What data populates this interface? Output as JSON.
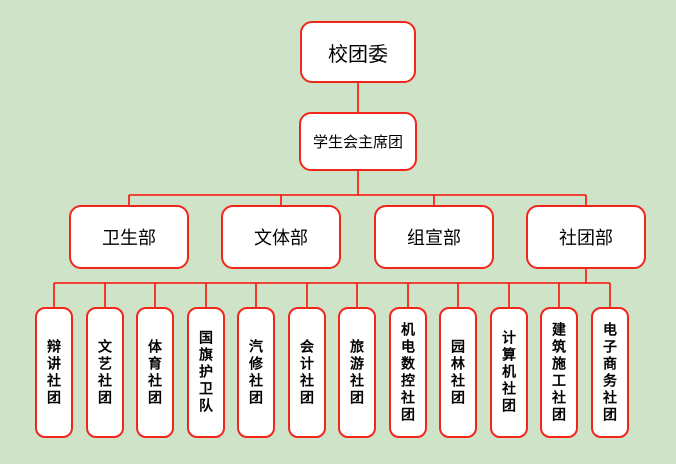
{
  "chart": {
    "type": "org-chart",
    "root": {
      "label": "校团委"
    },
    "presidium": {
      "label": "学生会主席团",
      "parent": "校团委"
    },
    "departments": [
      {
        "label": "卫生部",
        "parent": "学生会主席团"
      },
      {
        "label": "文体部",
        "parent": "学生会主席团"
      },
      {
        "label": "组宣部",
        "parent": "学生会主席团"
      },
      {
        "label": "社团部",
        "parent": "学生会主席团"
      }
    ],
    "clubs_parent": "社团部",
    "clubs": [
      {
        "label": "辩讲社团"
      },
      {
        "label": "文艺社团"
      },
      {
        "label": "体育社团"
      },
      {
        "label": "国旗护卫队"
      },
      {
        "label": "汽修社团"
      },
      {
        "label": "会计社团"
      },
      {
        "label": "旅游社团"
      },
      {
        "label": "机电数控社团"
      },
      {
        "label": "园林社团"
      },
      {
        "label": "计算机社团"
      },
      {
        "label": "建筑施工社团"
      },
      {
        "label": "电子商务社团"
      }
    ],
    "colors": {
      "background": "#cfe3c8",
      "box_fill": "#ffffff",
      "box_border": "#f2251a",
      "connector": "#fb0e05",
      "text": "#000000"
    }
  }
}
